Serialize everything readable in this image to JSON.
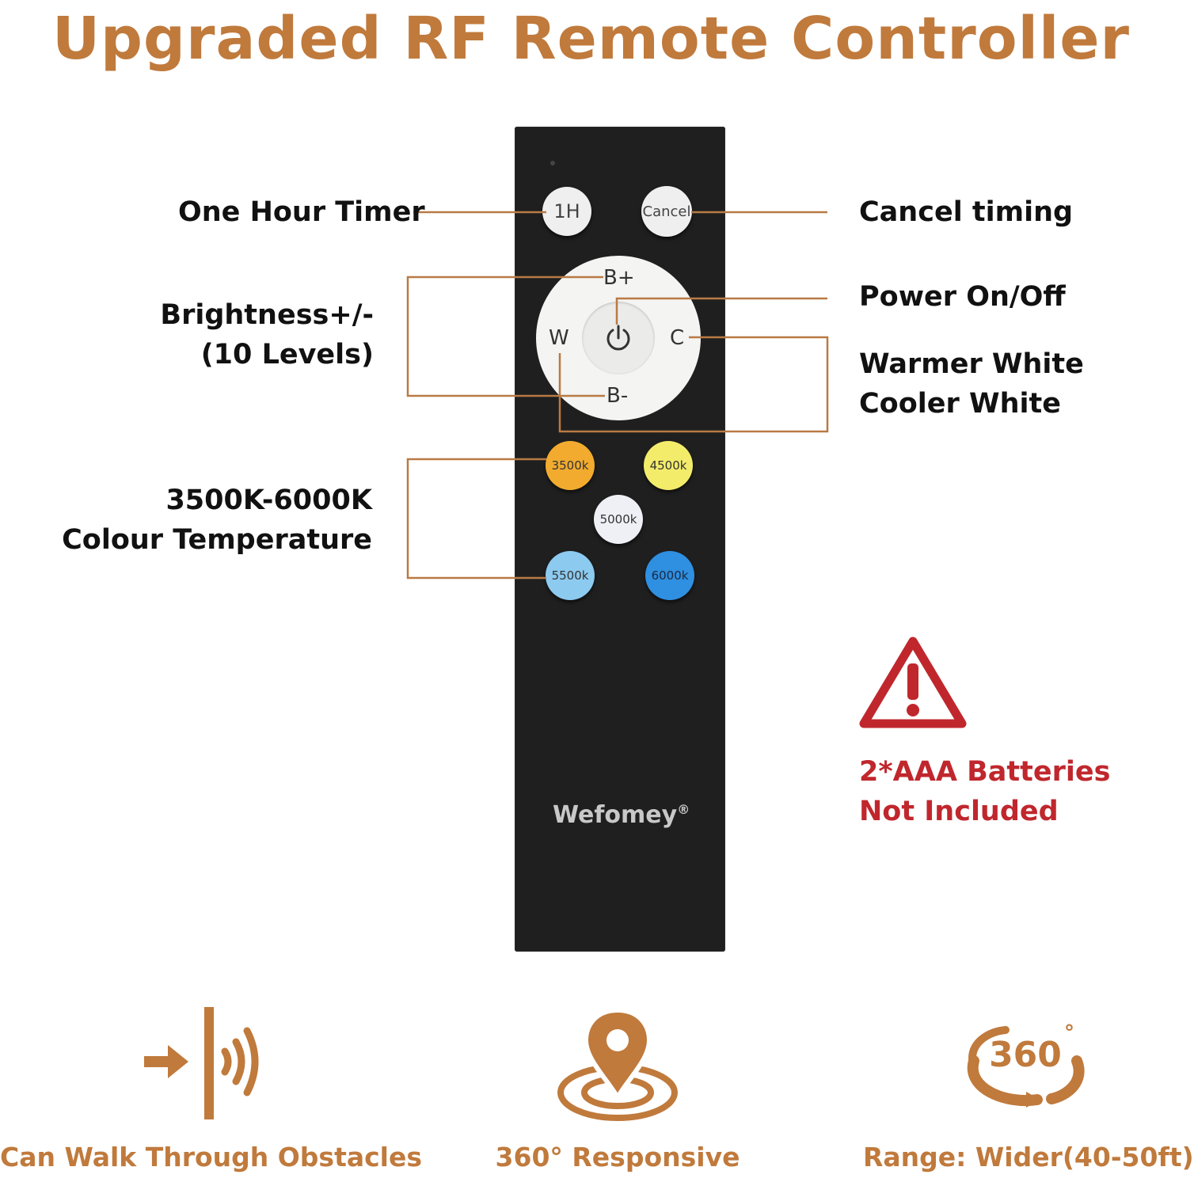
{
  "title": "Upgraded RF Remote Controller",
  "labels": {
    "one_hour_timer": "One Hour Timer",
    "cancel_timing": "Cancel timing",
    "brightness_line1": "Brightness+/-",
    "brightness_line2": "(10 Levels)",
    "power": "Power On/Off",
    "warmer": "Warmer White",
    "cooler": "Cooler White",
    "temp_line1": "3500K-6000K",
    "temp_line2": "Colour Temperature"
  },
  "remote": {
    "btn_1h": "1H",
    "btn_cancel": "Cancel",
    "dial_bplus": "B+",
    "dial_bminus": "B-",
    "dial_w": "W",
    "dial_c": "C",
    "btn_3500": "3500k",
    "btn_4500": "4500k",
    "btn_5000": "5000k",
    "btn_5500": "5500k",
    "btn_6000": "6000k",
    "brand": "Wefomey",
    "brand_mark": "®"
  },
  "warning": {
    "line1": "2*AAA Batteries",
    "line2": "Not Included"
  },
  "features": [
    {
      "label": "Can Walk Through Obstacles",
      "icon": "walk-through-obstacles-icon"
    },
    {
      "label": "360° Responsive",
      "icon": "location-pin-icon"
    },
    {
      "label": "Range: Wider(40-50ft)",
      "icon": "rotate-360-icon",
      "icon_text": "360",
      "icon_degree": "°"
    }
  ],
  "colors": {
    "accent": "#c07a3c",
    "warning": "#c0272d",
    "remote_body": "#1f1f1f",
    "btn_3500": "#f2ab2e",
    "btn_4500": "#f3ec6a",
    "btn_5000": "#eef0f6",
    "btn_5500": "#8ccaf0",
    "btn_6000": "#2f8fe0"
  }
}
